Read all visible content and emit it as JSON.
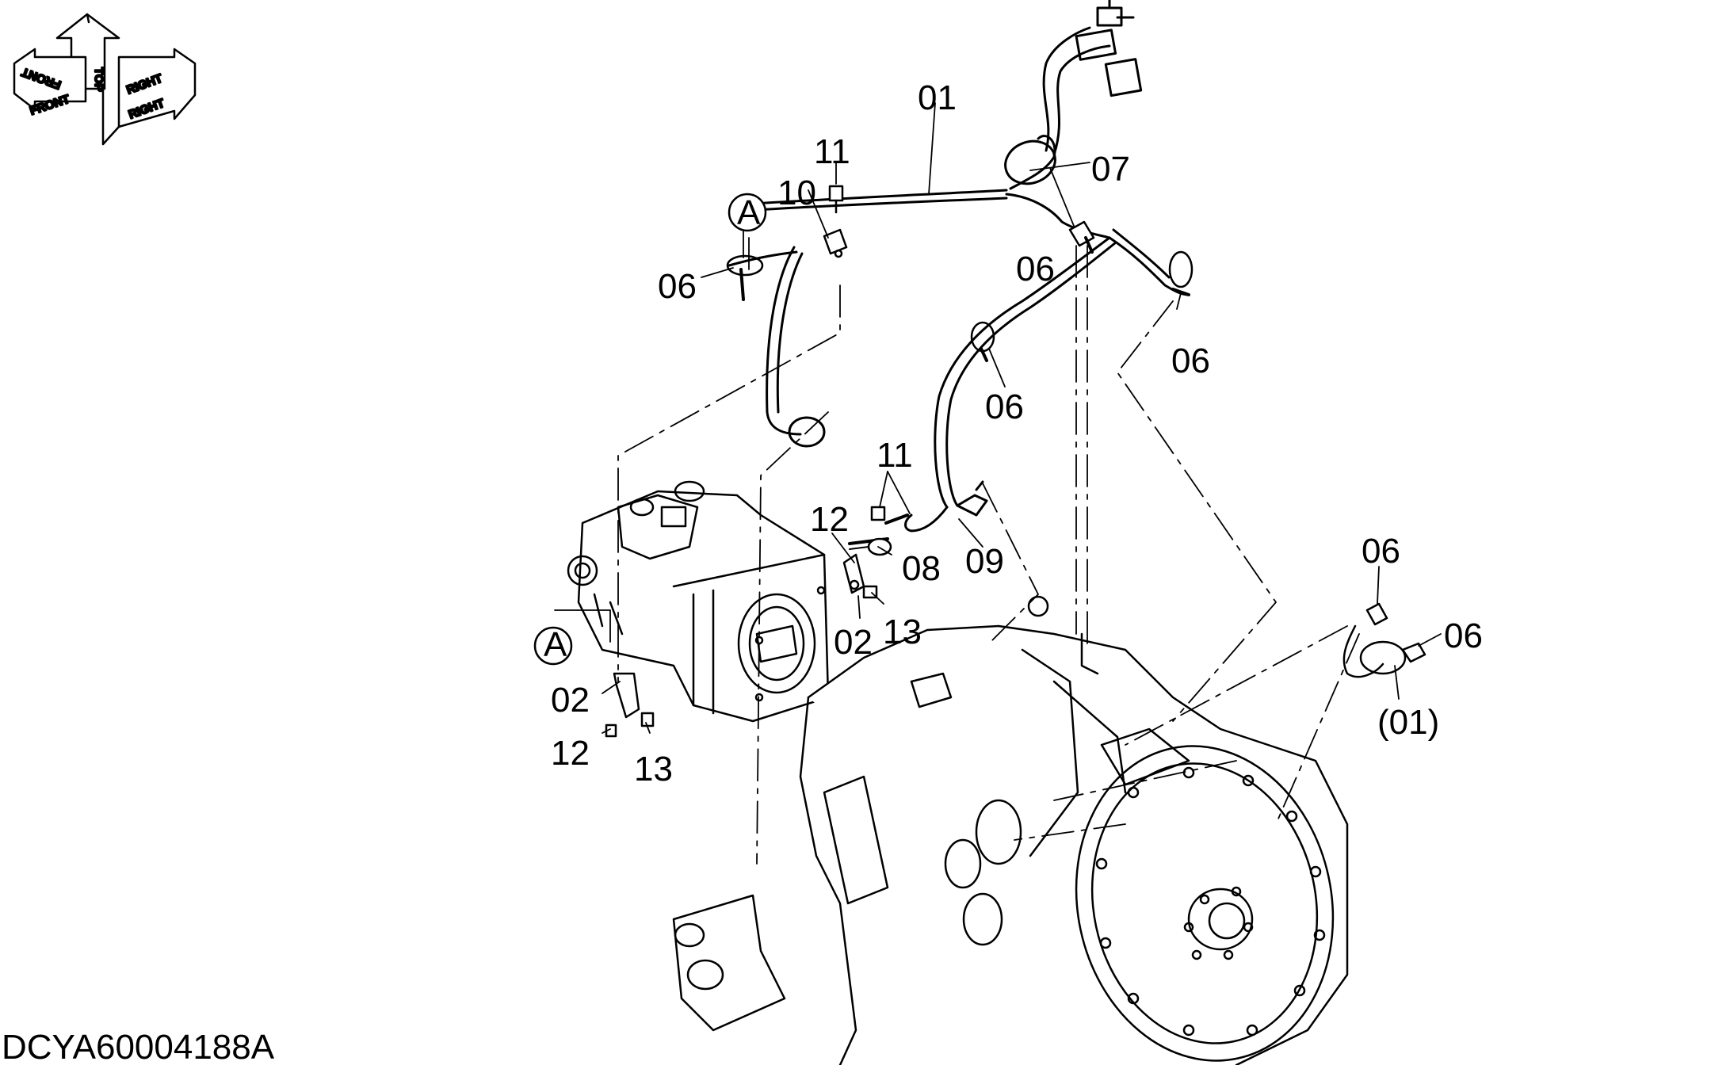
{
  "drawing": {
    "document_id": "DCYA60004188A",
    "orientation_labels": {
      "front_mirror": "FRONT",
      "front": "FRONT",
      "top": "TOP",
      "right_mirror": "RIGHT",
      "right": "RIGHT"
    },
    "callouts": [
      {
        "key": "c01",
        "text": "01"
      },
      {
        "key": "c07",
        "text": "07"
      },
      {
        "key": "c11a",
        "text": "11"
      },
      {
        "key": "c10",
        "text": "10"
      },
      {
        "key": "cA1",
        "text": "A"
      },
      {
        "key": "c06a",
        "text": "06"
      },
      {
        "key": "c06b",
        "text": "06"
      },
      {
        "key": "c06c",
        "text": "06"
      },
      {
        "key": "c06d",
        "text": "06"
      },
      {
        "key": "c11b",
        "text": "11"
      },
      {
        "key": "c12a",
        "text": "12"
      },
      {
        "key": "c08",
        "text": "08"
      },
      {
        "key": "c09",
        "text": "09"
      },
      {
        "key": "c02a",
        "text": "02"
      },
      {
        "key": "c13a",
        "text": "13"
      },
      {
        "key": "cA2",
        "text": "A"
      },
      {
        "key": "c02b",
        "text": "02"
      },
      {
        "key": "c12b",
        "text": "12"
      },
      {
        "key": "c13b",
        "text": "13"
      },
      {
        "key": "c06e",
        "text": "06"
      },
      {
        "key": "c06f",
        "text": "06"
      },
      {
        "key": "c01p",
        "text": "(01)"
      }
    ]
  }
}
